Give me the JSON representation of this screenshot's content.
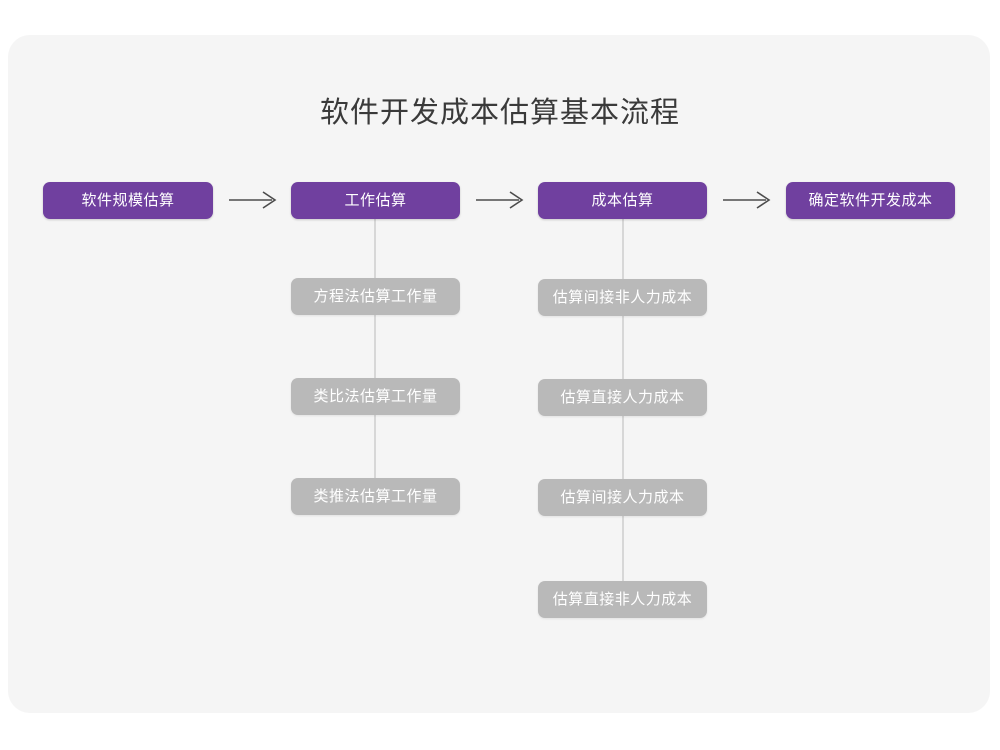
{
  "page": {
    "title": "软件开发成本估算基本流程",
    "card_bg": "#f5f5f5",
    "page_bg": "#ffffff"
  },
  "colors": {
    "primary": "#70409f",
    "secondary": "#b9b9b9",
    "connector": "#d7d7d7",
    "arrow": "#4c4c4c",
    "title_text": "#3a3a3a",
    "node_text": "#ffffff"
  },
  "chart_data": {
    "type": "diagram",
    "title": "软件开发成本估算基本流程",
    "main_flow": [
      {
        "id": "step1",
        "label": "软件规模估算"
      },
      {
        "id": "step2",
        "label": "工作估算"
      },
      {
        "id": "step3",
        "label": "成本估算"
      },
      {
        "id": "step4",
        "label": "确定软件开发成本"
      }
    ],
    "arrows": [
      {
        "from": "step1",
        "to": "step2",
        "glyph": "⟶"
      },
      {
        "from": "step2",
        "to": "step3",
        "glyph": "⟶"
      },
      {
        "from": "step3",
        "to": "step4",
        "glyph": "⟶"
      }
    ],
    "branches": [
      {
        "parent": "step2",
        "items": [
          "方程法估算工作量",
          "类比法估算工作量",
          "类推法估算工作量"
        ]
      },
      {
        "parent": "step3",
        "items": [
          "估算间接非人力成本",
          "估算直接人力成本",
          "估算间接人力成本",
          "估算直接非人力成本"
        ]
      }
    ]
  },
  "flow": {
    "step1": {
      "label": "软件规模估算"
    },
    "step2": {
      "label": "工作估算"
    },
    "step3": {
      "label": "成本估算"
    },
    "step4": {
      "label": "确定软件开发成本"
    },
    "arrow1": {
      "glyph": "⟶"
    },
    "arrow2": {
      "glyph": "⟶"
    },
    "arrow3": {
      "glyph": "⟶"
    }
  },
  "branch_effort": {
    "item1": {
      "label": "方程法估算工作量"
    },
    "item2": {
      "label": "类比法估算工作量"
    },
    "item3": {
      "label": "类推法估算工作量"
    }
  },
  "branch_cost": {
    "item1": {
      "label": "估算间接非人力成本"
    },
    "item2": {
      "label": "估算直接人力成本"
    },
    "item3": {
      "label": "估算间接人力成本"
    },
    "item4": {
      "label": "估算直接非人力成本"
    }
  }
}
